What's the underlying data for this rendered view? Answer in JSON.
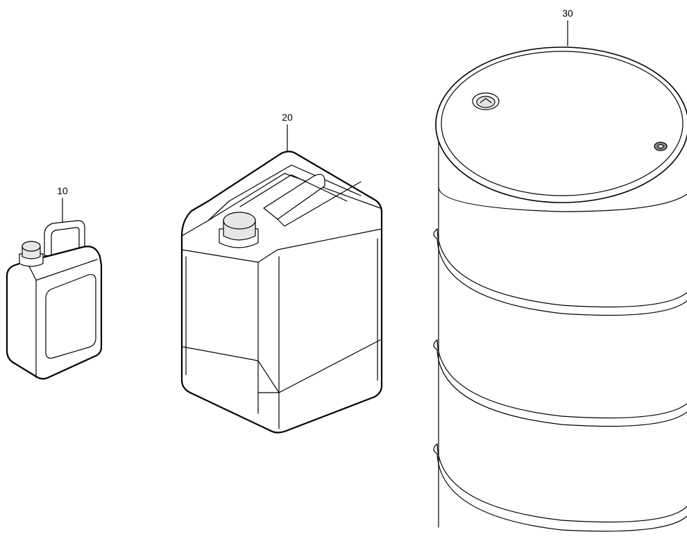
{
  "callouts": {
    "container_small": "10",
    "container_medium": "20",
    "container_drum": "30"
  }
}
